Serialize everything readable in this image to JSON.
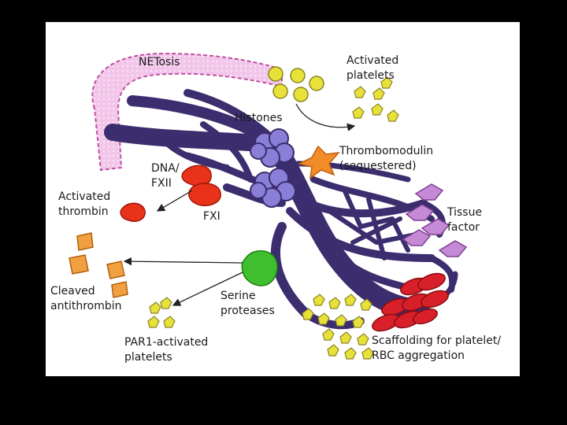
{
  "colors": {
    "background": "#000000",
    "panel": "#ffffff",
    "net": "#3b2d6e",
    "netosis": "#f2c6ea",
    "histone": "#8a7fd6",
    "thrombomodulin": "#f28c28",
    "fxii": "#e8321a",
    "serine_protease": "#3fbf2f",
    "tissue_factor": "#c48ad6",
    "rbc": "#d8202a",
    "platelet": "#e8e13a",
    "antithrombin": "#f0a040"
  },
  "labels": {
    "netosis": "NETosis",
    "activated_platelets": [
      "Activated",
      "platelets"
    ],
    "histones": "Histones",
    "thrombomodulin": [
      "Thrombomodulin",
      "(sequestered)"
    ],
    "dna_fxii": [
      "DNA/",
      "FXII"
    ],
    "activated_thrombin": [
      "Activated",
      "thrombin"
    ],
    "fxi": "FXI",
    "tissue_factor": [
      "Tissue",
      "factor"
    ],
    "cleaved_antithrombin": [
      "Cleaved",
      "antithrombin"
    ],
    "serine_proteases": [
      "Serine",
      "proteases"
    ],
    "par1_platelets": [
      "PAR1-activated",
      "platelets"
    ],
    "scaffolding": [
      "Scaffolding for platelet/",
      "RBC aggregation"
    ]
  }
}
